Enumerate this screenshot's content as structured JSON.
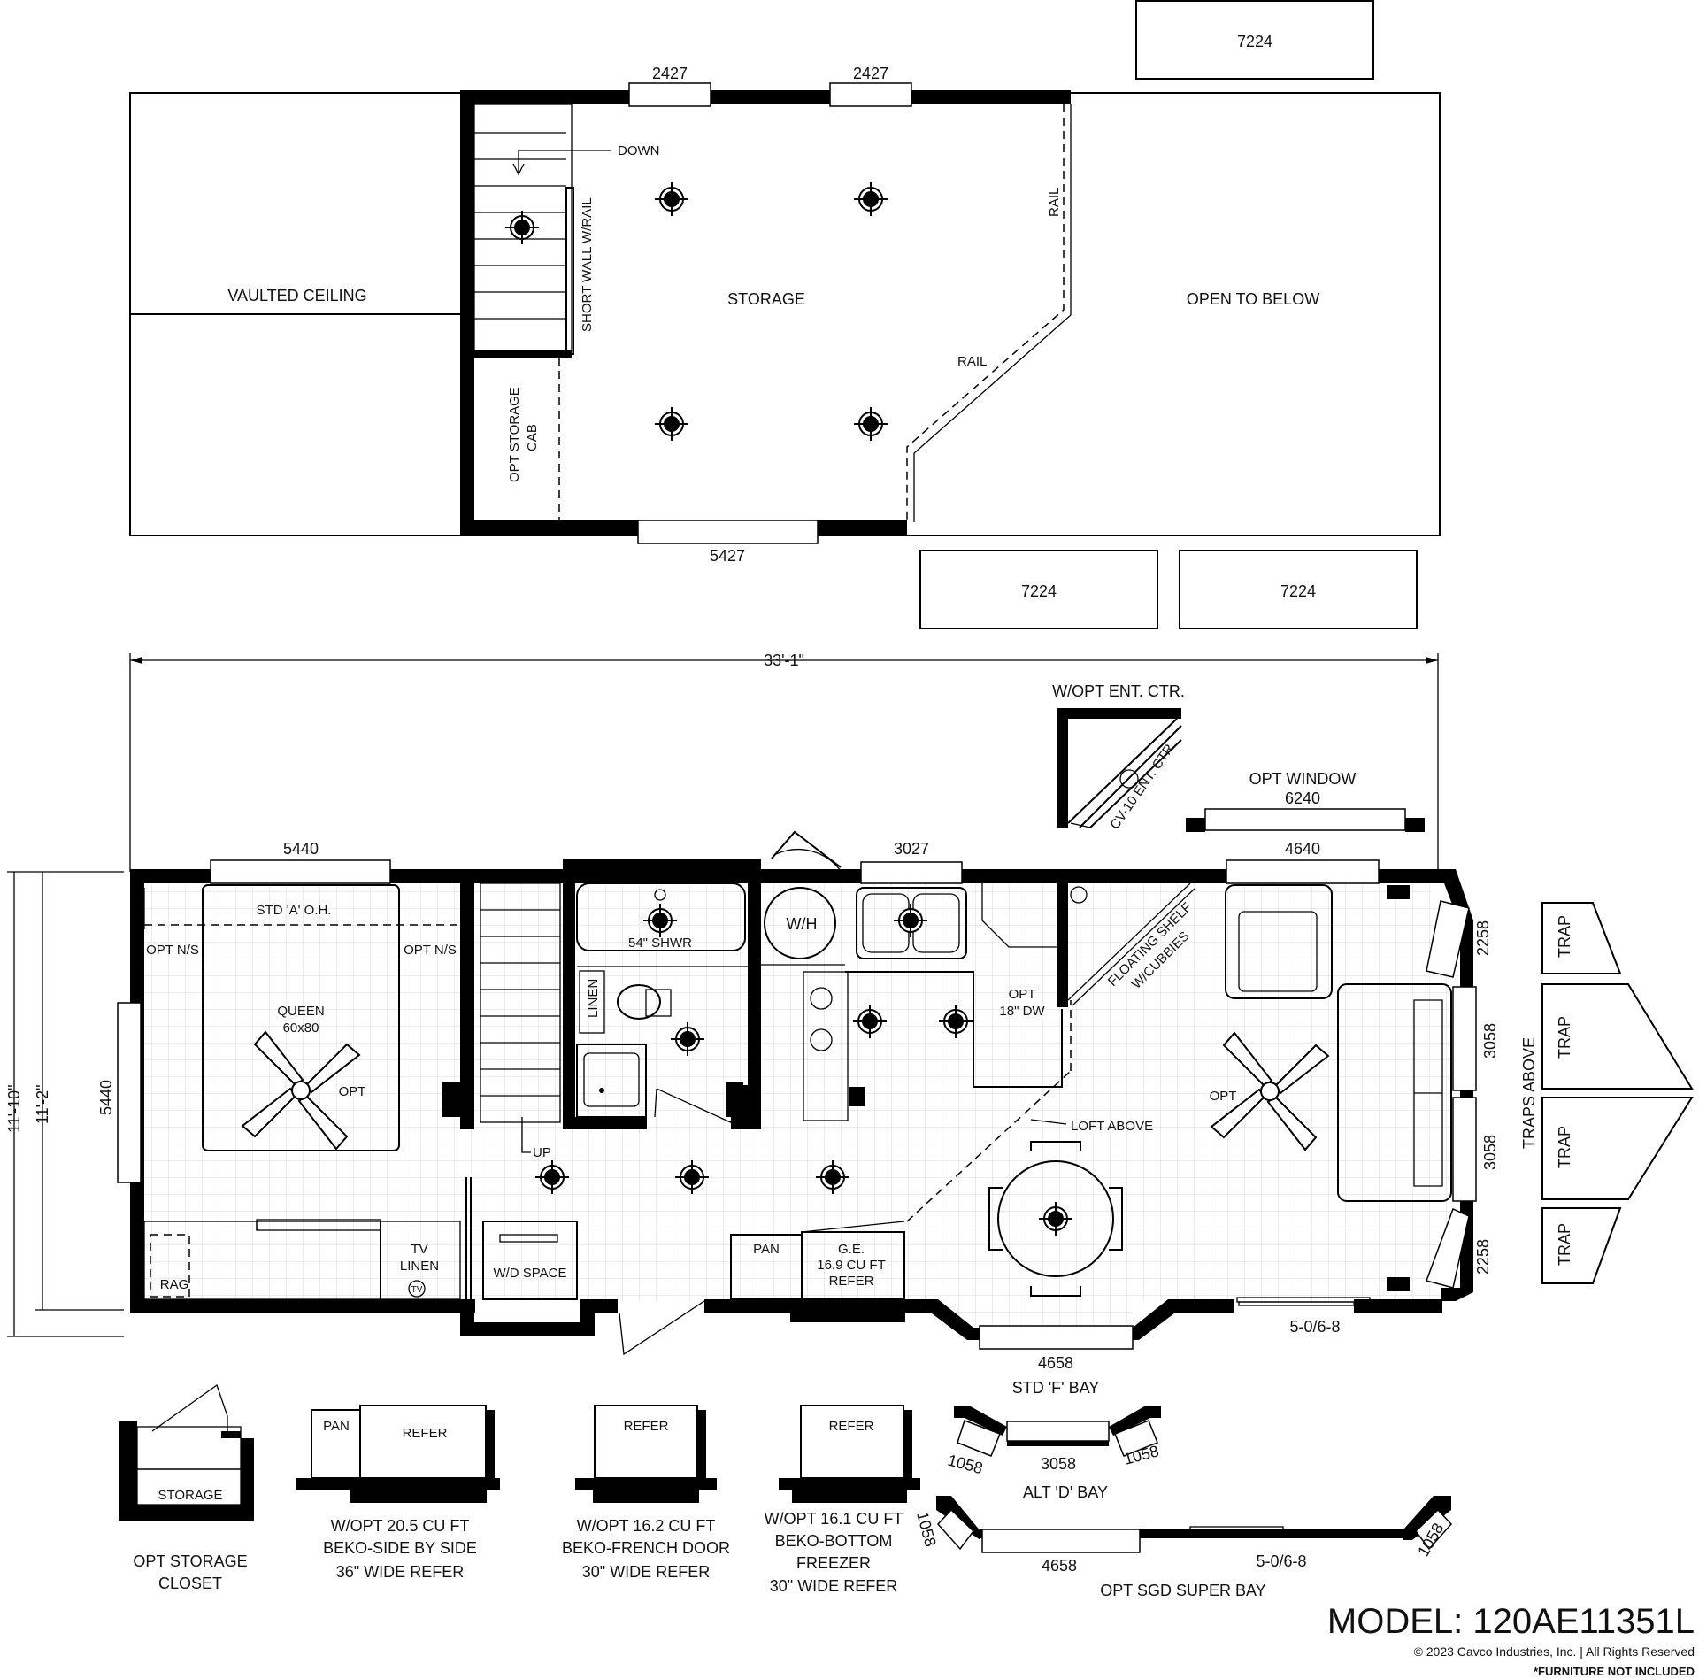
{
  "loft": {
    "vaulted": "VAULTED CEILING",
    "storage": "STORAGE",
    "open_below": "OPEN TO BELOW",
    "down": "DOWN",
    "short_wall": "SHORT WALL W/RAIL",
    "opt_storage_cab_1": "OPT STORAGE",
    "opt_storage_cab_2": "CAB",
    "rail_1": "RAIL",
    "rail_2": "RAIL",
    "win_top_1": "2427",
    "win_top_2": "2427",
    "win_bottom": "5427",
    "skylight_top": "7224",
    "skylight_b1": "7224",
    "skylight_b2": "7224"
  },
  "dims": {
    "overall_width": "33'-1\"",
    "overall_depth_1": "11'-10\"",
    "overall_depth_2": "11'-2\"",
    "left_window": "5440"
  },
  "main": {
    "win_bed": "5440",
    "win_kitchen": "3027",
    "win_living": "4640",
    "opt_window_1": "OPT WINDOW",
    "opt_window_2": "6240",
    "ent_ctr_title": "W/OPT ENT. CTR.",
    "ent_ctr_label": "CV-10 ENT. CTR.",
    "tv": "TV",
    "std_oh": "STD 'A' O.H.",
    "opt_ns_1": "OPT N/S",
    "opt_ns_2": "OPT N/S",
    "queen_1": "QUEEN",
    "queen_2": "60x80",
    "opt_fan_bed": "OPT",
    "shower": "54\" SHWR",
    "linen": "LINEN",
    "wh": "W/H",
    "opt_dw_1": "OPT",
    "opt_dw_2": "18\" DW",
    "floating_1": "FLOATING SHELF",
    "floating_2": "W/CUBBIES",
    "loft_above": "LOFT ABOVE",
    "opt_fan_living": "OPT",
    "up": "UP",
    "rag": "RAG",
    "tv_linen_1": "TV",
    "tv_linen_2": "LINEN",
    "wd_space": "W/D SPACE",
    "pan": "PAN",
    "ge_1": "G.E.",
    "ge_2": "16.9 CU FT",
    "ge_3": "REFER",
    "bay_dim": "4658",
    "std_bay": "STD 'F' BAY",
    "sgd": "5-0/6-8",
    "win_right_1": "2258",
    "win_right_2": "3058",
    "win_right_3": "3058",
    "win_right_4": "2258",
    "trap_1": "TRAP",
    "trap_2": "TRAP",
    "trap_3": "TRAP",
    "trap_4": "TRAP",
    "traps_above": "TRAPS ABOVE"
  },
  "options": {
    "storage_box": "STORAGE",
    "storage_title_1": "OPT STORAGE",
    "storage_title_2": "CLOSET",
    "sbs_pan": "PAN",
    "sbs_refer": "REFER",
    "sbs_1": "W/OPT 20.5 CU FT",
    "sbs_2": "BEKO-SIDE BY SIDE",
    "sbs_3": "36\" WIDE REFER",
    "fd_refer": "REFER",
    "fd_1": "W/OPT 16.2 CU FT",
    "fd_2": "BEKO-FRENCH DOOR",
    "fd_3": "30\" WIDE REFER",
    "bf_refer": "REFER",
    "bf_1": "W/OPT 16.1 CU FT",
    "bf_2": "BEKO-BOTTOM",
    "bf_3": "FREEZER",
    "bf_4": "30\" WIDE REFER",
    "d_bay_left": "1058",
    "d_bay_mid": "3058",
    "d_bay_right": "1058",
    "d_bay_title": "ALT 'D' BAY",
    "super_left": "1058",
    "super_mid": "4658",
    "super_sgd": "5-0/6-8",
    "super_right": "1058",
    "super_title": "OPT SGD SUPER BAY"
  },
  "footer": {
    "model": "MODEL: 120AE11351L",
    "copyright": "© 2023 Cavco Industries, Inc. | All Rights Reserved",
    "furniture": "*FURNITURE NOT INCLUDED"
  }
}
